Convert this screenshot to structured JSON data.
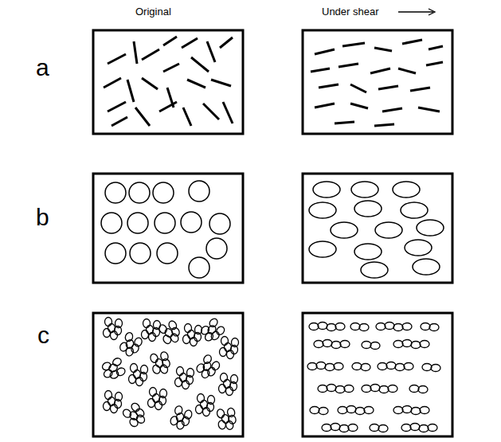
{
  "diagram": {
    "labels": [
      "Original",
      "Under shear",
      "a",
      "b",
      "c"
    ]
  }
}
